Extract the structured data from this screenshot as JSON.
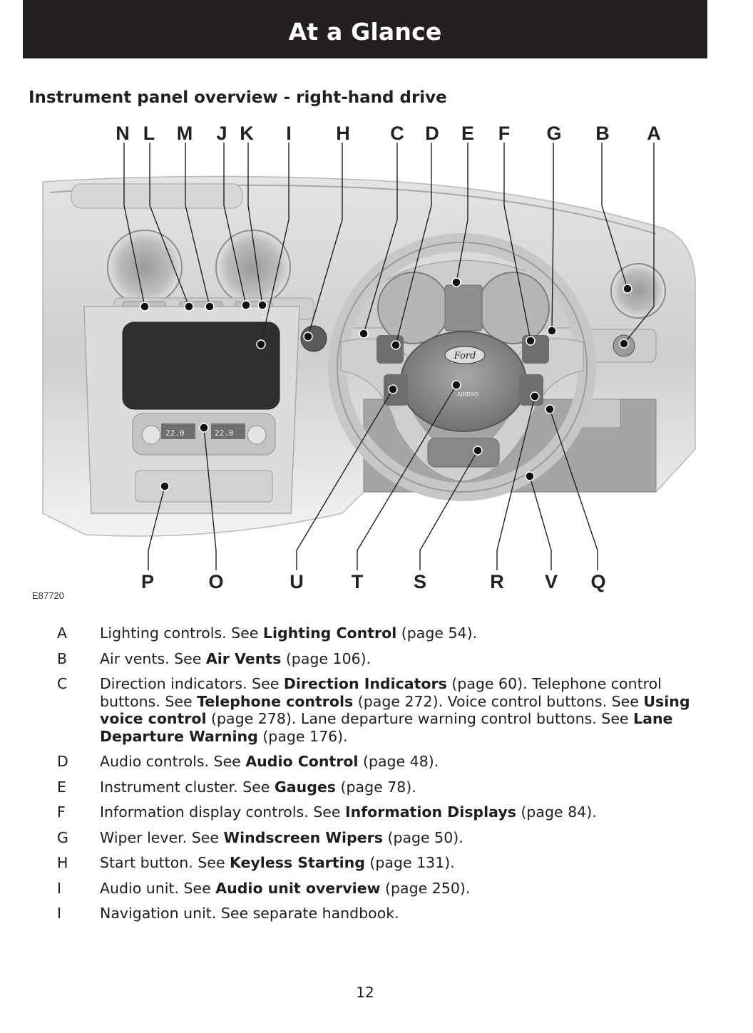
{
  "header": {
    "title": "At a Glance"
  },
  "section": {
    "title": "Instrument panel overview - right-hand drive"
  },
  "figure": {
    "code": "E87720",
    "top_labels": [
      "N",
      "L",
      "M",
      "J",
      "K",
      "I",
      "H",
      "C",
      "D",
      "E",
      "F",
      "G",
      "B",
      "A"
    ],
    "bottom_labels": [
      "P",
      "O",
      "U",
      "T",
      "S",
      "R",
      "V",
      "Q"
    ],
    "logo_text": "Ford",
    "airbag_text": "AIRBAG",
    "climate_temp_left": "22.0",
    "climate_temp_right": "22.0"
  },
  "legend": [
    {
      "key": "A",
      "parts": [
        {
          "t": "Lighting controls.  See ",
          "b": false
        },
        {
          "t": "Lighting Control",
          "b": true
        },
        {
          "t": " (page 54).",
          "b": false
        }
      ]
    },
    {
      "key": "B",
      "parts": [
        {
          "t": "Air vents.  See ",
          "b": false
        },
        {
          "t": "Air Vents",
          "b": true
        },
        {
          "t": " (page 106).",
          "b": false
        }
      ]
    },
    {
      "key": "C",
      "parts": [
        {
          "t": "Direction indicators.  See ",
          "b": false
        },
        {
          "t": "Direction Indicators",
          "b": true
        },
        {
          "t": " (page 60).  Telephone control buttons. See ",
          "b": false
        },
        {
          "t": "Telephone controls",
          "b": true
        },
        {
          "t": " (page 272). Voice control buttons.  See ",
          "b": false
        },
        {
          "t": "Using voice control",
          "b": true
        },
        {
          "t": " (page 278).  Lane departure warning control buttons.  See ",
          "b": false
        },
        {
          "t": "Lane Departure Warning",
          "b": true
        },
        {
          "t": " (page 176).",
          "b": false
        }
      ]
    },
    {
      "key": "D",
      "parts": [
        {
          "t": "Audio controls.  See ",
          "b": false
        },
        {
          "t": "Audio Control",
          "b": true
        },
        {
          "t": " (page 48).",
          "b": false
        }
      ]
    },
    {
      "key": "E",
      "parts": [
        {
          "t": "Instrument cluster.  See ",
          "b": false
        },
        {
          "t": "Gauges",
          "b": true
        },
        {
          "t": " (page 78).",
          "b": false
        }
      ]
    },
    {
      "key": "F",
      "parts": [
        {
          "t": "Information display controls.  See ",
          "b": false
        },
        {
          "t": "Information Displays",
          "b": true
        },
        {
          "t": " (page 84).",
          "b": false
        }
      ]
    },
    {
      "key": "G",
      "parts": [
        {
          "t": "Wiper lever.  See ",
          "b": false
        },
        {
          "t": "Windscreen Wipers",
          "b": true
        },
        {
          "t": " (page 50).",
          "b": false
        }
      ]
    },
    {
      "key": "H",
      "parts": [
        {
          "t": "Start button.  See ",
          "b": false
        },
        {
          "t": "Keyless Starting",
          "b": true
        },
        {
          "t": " (page 131).",
          "b": false
        }
      ]
    },
    {
      "key": "I",
      "parts": [
        {
          "t": "Audio unit.  See ",
          "b": false
        },
        {
          "t": "Audio unit overview",
          "b": true
        },
        {
          "t": " (page 250).",
          "b": false
        }
      ]
    },
    {
      "key": "I",
      "parts": [
        {
          "t": "Navigation unit. See separate handbook.",
          "b": false
        }
      ]
    }
  ],
  "footer": {
    "page_number": "12"
  }
}
